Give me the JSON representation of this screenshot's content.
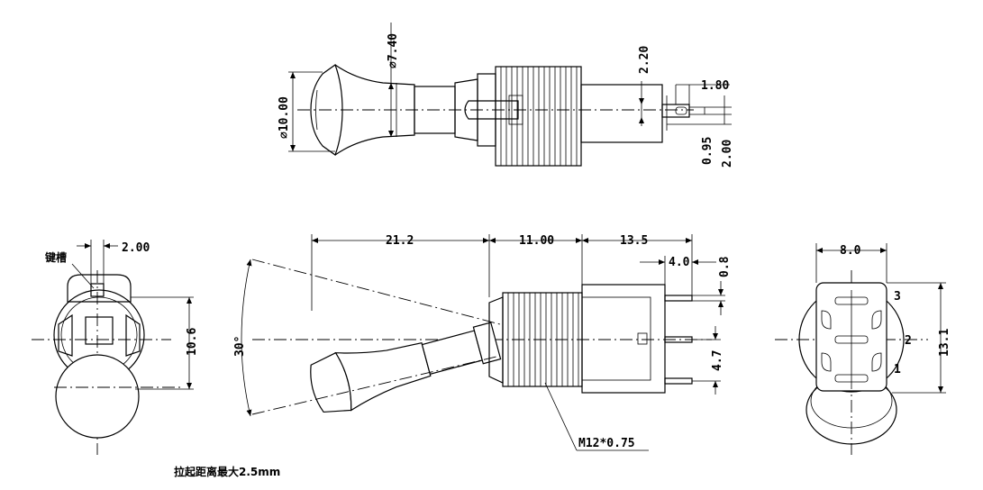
{
  "views": {
    "top": {
      "dims": {
        "head_dia": "⌀10.00",
        "neck_dia": "⌀7.40",
        "terminal_height": "2.20",
        "terminal_width": "1.80",
        "terminal_thickness": "0.95",
        "terminal_span": "2.00"
      }
    },
    "side": {
      "dims": {
        "slot_width": "2.00",
        "height": "10.6"
      },
      "labels": {
        "key_slot": "键槽"
      }
    },
    "front": {
      "dims": {
        "lever_length": "21.2",
        "bushing_length": "11.00",
        "body_length": "13.5",
        "pin_length": "4.0",
        "pin_thickness": "0.8",
        "pin_pitch": "4.7",
        "angle": "30°",
        "thread": "M12*0.75"
      }
    },
    "end": {
      "dims": {
        "width": "8.0",
        "height": "13.1"
      },
      "pins": [
        "3",
        "2",
        "1"
      ]
    }
  },
  "note": "拉起距离最大2.5mm"
}
